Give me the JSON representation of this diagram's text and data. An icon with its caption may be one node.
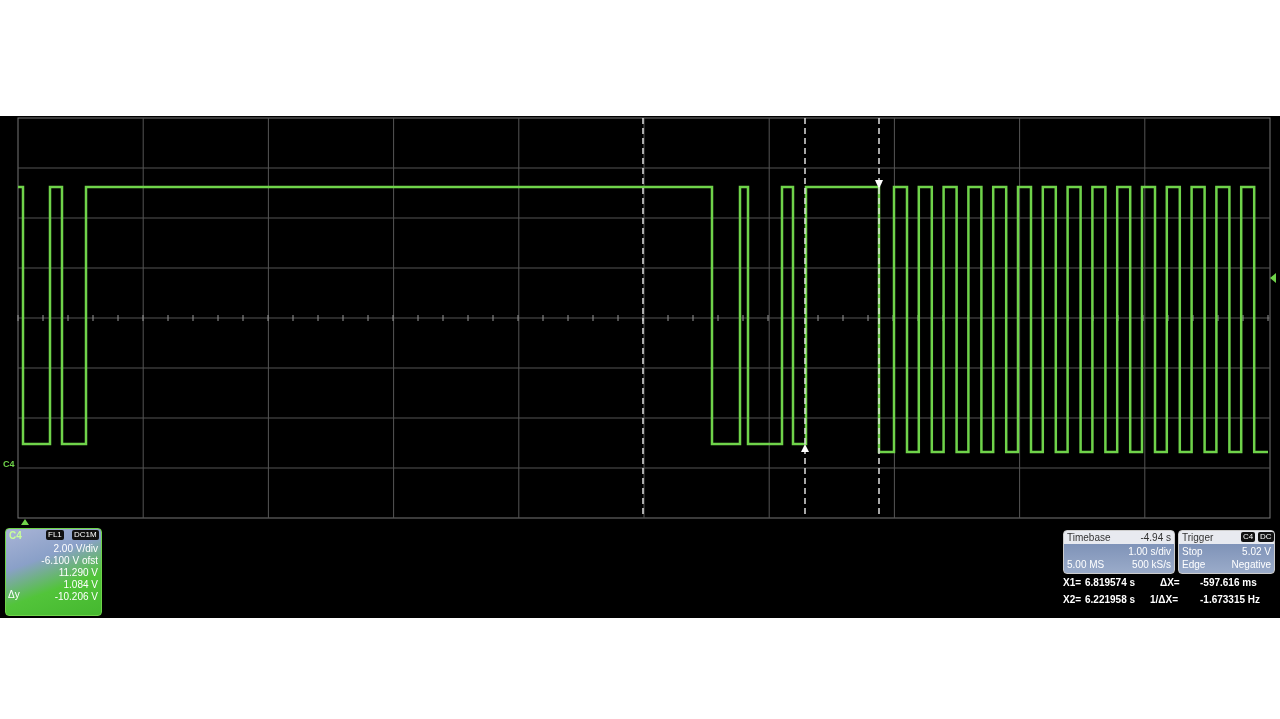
{
  "diagram": {
    "nodes": [
      {
        "text": [
          "C4",
          "FL1",
          "DC1M",
          "2.00 V/div",
          "-6.100 V ofst",
          "11.290 V",
          "1.084 V",
          "Δy",
          "-10.206 V"
        ]
      },
      {
        "text": [
          "Timebase",
          "-4.94 s",
          "1.00 s/div",
          "5.00 MS",
          "500 kS/s"
        ]
      },
      {
        "text": [
          "Trigger",
          "C4",
          "DC",
          "Stop",
          "5.02 V",
          "Edge",
          "Negative"
        ]
      }
    ],
    "labels": [
      "C4",
      "X1=",
      "6.819574 s",
      "ΔX=",
      "-597.616 ms",
      "X2=",
      "6.221958 s",
      "1/ΔX=",
      "-1.673315 Hz"
    ]
  }
}
